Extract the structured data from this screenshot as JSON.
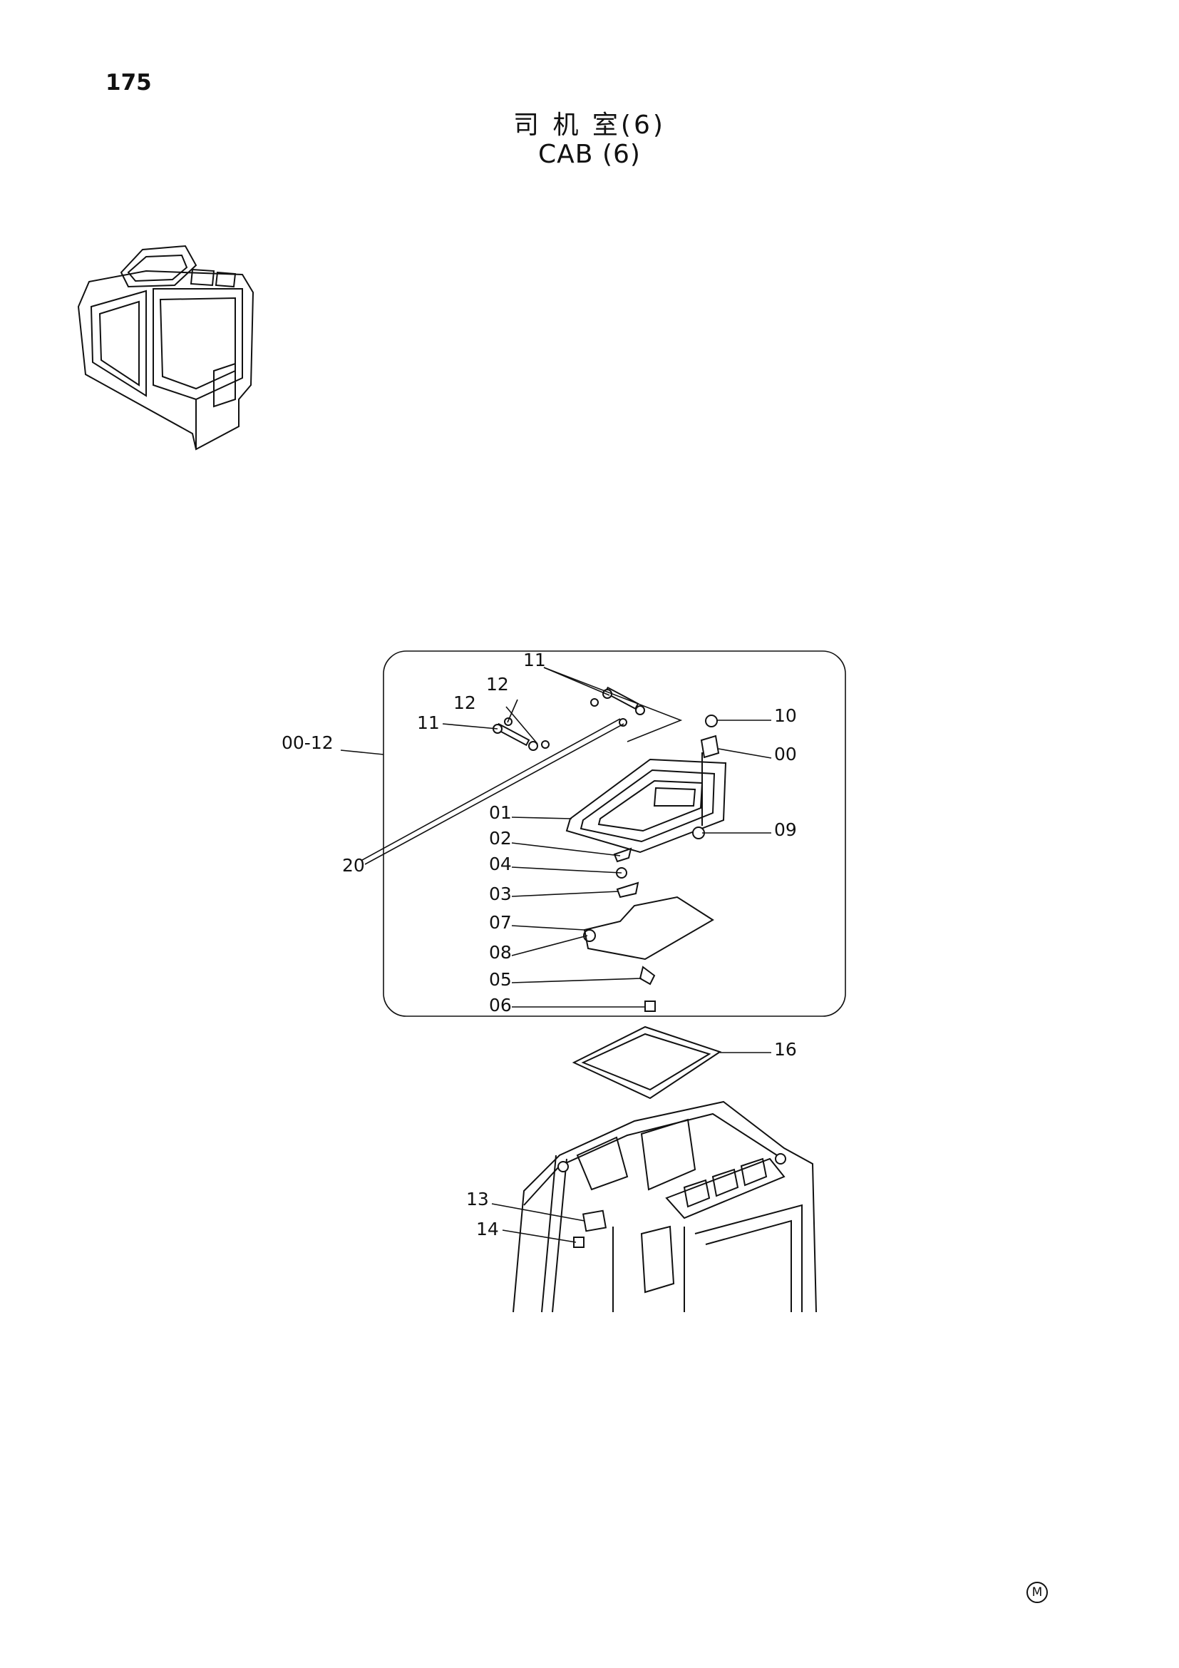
{
  "page_number": "175",
  "title_cn": "司 机 室(6)",
  "title_en": "CAB  (6)",
  "mark": "M",
  "labels": {
    "l11a": "11",
    "l12a": "12",
    "l12b": "12",
    "l11b": "11",
    "l10": "10",
    "l00": "00",
    "l0012": "00-12",
    "l01": "01",
    "l02": "02",
    "l04": "04",
    "l03": "03",
    "l07": "07",
    "l08": "08",
    "l05": "05",
    "l06": "06",
    "l09": "09",
    "l20": "20",
    "l16": "16",
    "l13": "13",
    "l14": "14"
  }
}
